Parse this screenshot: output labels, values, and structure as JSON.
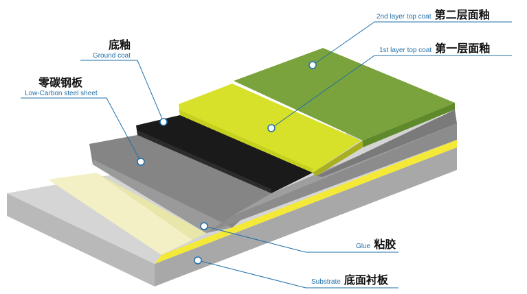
{
  "layers": {
    "top_coat_2": {
      "en": "2nd layer top  coat",
      "cn": "第二层面釉",
      "color": "#7aa33e"
    },
    "top_coat_1": {
      "en": "1st  layer top  coat",
      "cn": "第一层面釉",
      "color": "#d7e12a"
    },
    "ground_coat": {
      "en": "Ground coat",
      "cn": "底釉",
      "color": "#1a1a1a"
    },
    "steel_sheet": {
      "en": "Low-Carbon steel sheet",
      "cn": "零碳钢板",
      "color": "#858585"
    },
    "glue": {
      "en": "Glue",
      "cn": "粘胶",
      "color": "#f2f0c4"
    },
    "substrate": {
      "en": "Substrate",
      "cn": "底面衬板",
      "color": "#d5d5d5"
    }
  },
  "leader_color": "#1f6fa8"
}
